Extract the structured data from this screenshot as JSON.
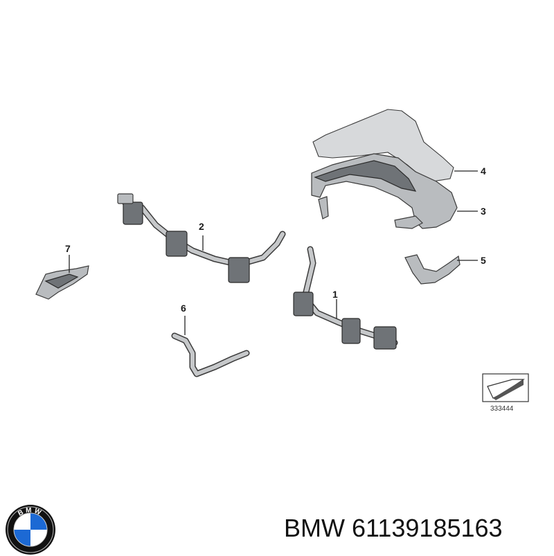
{
  "callouts": [
    {
      "label": "1"
    },
    {
      "label": "2"
    },
    {
      "label": "3"
    },
    {
      "label": "4"
    },
    {
      "label": "5"
    },
    {
      "label": "6"
    },
    {
      "label": "7"
    }
  ],
  "reference_box": {
    "number": "333444"
  },
  "logo": {
    "text": "BMW",
    "colors": {
      "blue": "#1c69d4",
      "white": "#ffffff",
      "ring": "#111111"
    }
  },
  "caption": {
    "brand": "BMW",
    "part_number": "61139185163"
  }
}
